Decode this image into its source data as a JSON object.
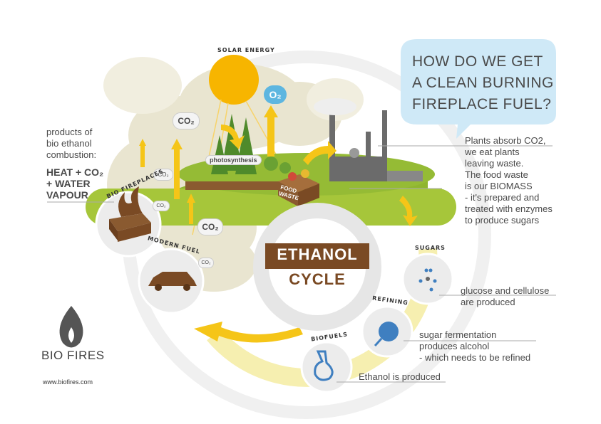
{
  "headline": [
    "HOW DO WE GET",
    "A CLEAN BURNING",
    "FIREPLACE FUEL?"
  ],
  "biomass_text": [
    "Plants absorb CO2,",
    "we eat plants",
    "leaving waste.",
    "The food waste",
    "is our BIOMASS",
    "- it's prepared and",
    "treated with enzymes",
    "to produce sugars"
  ],
  "combustion": {
    "intro": [
      "products of",
      "bio ethanol",
      "combustion:"
    ],
    "products": [
      "HEAT + CO₂",
      "+ WATER",
      "VAPOUR"
    ]
  },
  "labels": {
    "solar": "SOLAR ENERGY",
    "o2": "O₂",
    "co2": "CO₂",
    "photosynthesis": "photosynthesis",
    "food_waste": [
      "FOOD",
      "WASTE"
    ],
    "bio_fireplaces": "BIO FIREPLACES",
    "modern_fuel": "MODERN FUEL",
    "sugars": "SUGARS",
    "refining": "REFINING",
    "biofuels": "BIOFUELS"
  },
  "cycle": {
    "line1": "ETHANOL",
    "line2": "CYCLE"
  },
  "steps": {
    "sugars": [
      "glucose and cellulose",
      "are produced"
    ],
    "refining": [
      "sugar fermentation",
      "produces alcohol",
      "- which needs to be refined"
    ],
    "biofuels": [
      "Ethanol is produced"
    ]
  },
  "brand": {
    "name": "BIO FIRES",
    "url": "www.biofires.com"
  },
  "colors": {
    "green": "#a6c63a",
    "brown": "#7a4a24",
    "sun": "#f7b500",
    "bubble": "#cfe9f7",
    "cloud": "#e9e5d0"
  }
}
